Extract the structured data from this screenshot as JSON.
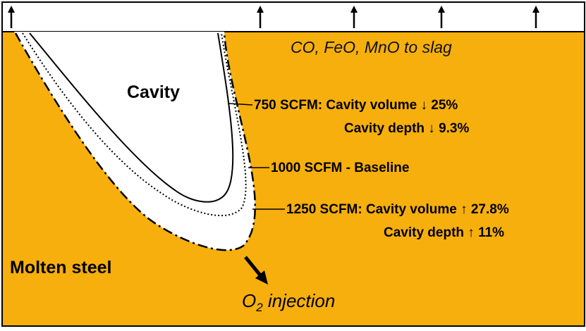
{
  "diagram": {
    "colors": {
      "steel": "#F6AF0D",
      "cavity": "#FFFFFF",
      "outline": "#000000"
    },
    "slag_label": "CO, FeO, MnO to slag",
    "cavity_label": "Cavity",
    "flow_750": {
      "line1": "750 SCFM: Cavity volume ↓ 25%",
      "line2": "Cavity depth ↓ 9.3%"
    },
    "flow_1000": {
      "line1": "1000 SCFM - Baseline"
    },
    "flow_1250": {
      "line1": "1250 SCFM: Cavity volume ↑ 27.8%",
      "line2": "Cavity depth ↑ 11%"
    },
    "steel_label": "Molten steel",
    "injection": {
      "prefix": "O",
      "subscript": "2",
      "suffix": " injection"
    },
    "icons": [
      "up-arrow-icon",
      "down-right-arrow-icon"
    ]
  }
}
